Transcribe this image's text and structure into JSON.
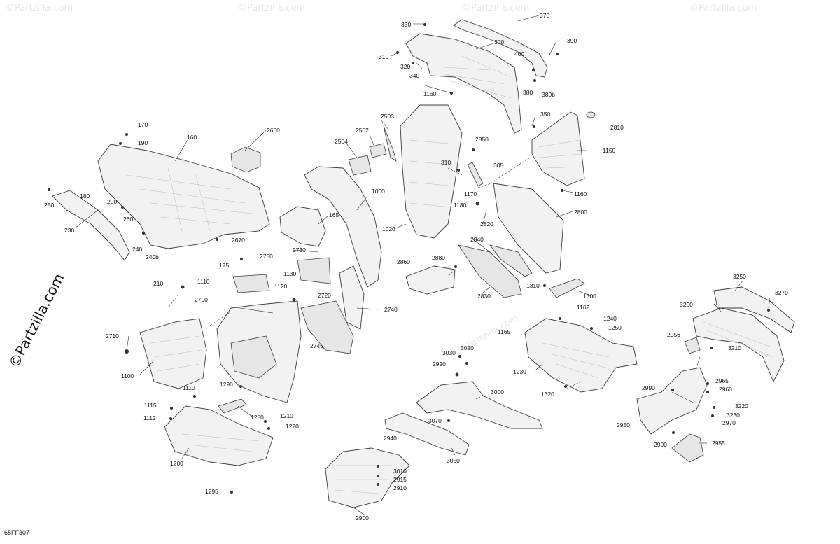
{
  "diagram_code": "65FF307",
  "watermark_side": "©Partzilla.com",
  "watermark_mark": "©Partzilla.com",
  "callouts": [
    {
      "id": "330",
      "label": "330"
    },
    {
      "id": "370",
      "label": "370"
    },
    {
      "id": "390",
      "label": "390"
    },
    {
      "id": "300",
      "label": "300"
    },
    {
      "id": "310a",
      "label": "310"
    },
    {
      "id": "320",
      "label": "320"
    },
    {
      "id": "340",
      "label": "340"
    },
    {
      "id": "400",
      "label": "400"
    },
    {
      "id": "380",
      "label": "380"
    },
    {
      "id": "380b",
      "label": "380b"
    },
    {
      "id": "1160a",
      "label": "1160"
    },
    {
      "id": "350",
      "label": "350"
    },
    {
      "id": "2810",
      "label": "2810"
    },
    {
      "id": "170",
      "label": "170"
    },
    {
      "id": "160",
      "label": "160"
    },
    {
      "id": "2660",
      "label": "2660"
    },
    {
      "id": "190",
      "label": "190"
    },
    {
      "id": "2503",
      "label": "2503"
    },
    {
      "id": "2502",
      "label": "2502"
    },
    {
      "id": "2504",
      "label": "2504"
    },
    {
      "id": "2850",
      "label": "2850"
    },
    {
      "id": "1150",
      "label": "1150"
    },
    {
      "id": "310b",
      "label": "310"
    },
    {
      "id": "305",
      "label": "305"
    },
    {
      "id": "180",
      "label": "180"
    },
    {
      "id": "250",
      "label": "250"
    },
    {
      "id": "200",
      "label": "200"
    },
    {
      "id": "1000",
      "label": "1000"
    },
    {
      "id": "1170",
      "label": "1170"
    },
    {
      "id": "1160b",
      "label": "1160"
    },
    {
      "id": "1180",
      "label": "1180"
    },
    {
      "id": "2800",
      "label": "2800"
    },
    {
      "id": "230",
      "label": "230"
    },
    {
      "id": "260",
      "label": "260"
    },
    {
      "id": "165",
      "label": "165"
    },
    {
      "id": "1020",
      "label": "1020"
    },
    {
      "id": "2820",
      "label": "2820"
    },
    {
      "id": "2670",
      "label": "2670"
    },
    {
      "id": "240",
      "label": "240"
    },
    {
      "id": "240b",
      "label": "240b"
    },
    {
      "id": "2840",
      "label": "2840"
    },
    {
      "id": "2730",
      "label": "2730"
    },
    {
      "id": "2750",
      "label": "2750"
    },
    {
      "id": "2880",
      "label": "2880"
    },
    {
      "id": "2860",
      "label": "2860"
    },
    {
      "id": "175",
      "label": "175"
    },
    {
      "id": "1130",
      "label": "1130"
    },
    {
      "id": "210",
      "label": "210"
    },
    {
      "id": "1110a",
      "label": "1110"
    },
    {
      "id": "1120",
      "label": "1120"
    },
    {
      "id": "2720",
      "label": "2720"
    },
    {
      "id": "1310",
      "label": "1310"
    },
    {
      "id": "2830",
      "label": "2830"
    },
    {
      "id": "1300",
      "label": "1300"
    },
    {
      "id": "3250",
      "label": "3250"
    },
    {
      "id": "3270",
      "label": "3270"
    },
    {
      "id": "2700",
      "label": "2700"
    },
    {
      "id": "2740",
      "label": "2740"
    },
    {
      "id": "1162",
      "label": "1162"
    },
    {
      "id": "3200",
      "label": "3200"
    },
    {
      "id": "1240",
      "label": "1240"
    },
    {
      "id": "1250",
      "label": "1250"
    },
    {
      "id": "1165",
      "label": "1165"
    },
    {
      "id": "2710",
      "label": "2710"
    },
    {
      "id": "2745",
      "label": "2745"
    },
    {
      "id": "2956",
      "label": "2956"
    },
    {
      "id": "3210",
      "label": "3210"
    },
    {
      "id": "3030",
      "label": "3030"
    },
    {
      "id": "3020",
      "label": "3020"
    },
    {
      "id": "2920",
      "label": "2920"
    },
    {
      "id": "1230",
      "label": "1230"
    },
    {
      "id": "1100",
      "label": "1100"
    },
    {
      "id": "2965",
      "label": "2965"
    },
    {
      "id": "1290",
      "label": "1290"
    },
    {
      "id": "2990a",
      "label": "2990"
    },
    {
      "id": "2960",
      "label": "2960"
    },
    {
      "id": "1110b",
      "label": "1110"
    },
    {
      "id": "3000",
      "label": "3000"
    },
    {
      "id": "1320",
      "label": "1320"
    },
    {
      "id": "1115",
      "label": "1115"
    },
    {
      "id": "3220",
      "label": "3220"
    },
    {
      "id": "3230",
      "label": "3230"
    },
    {
      "id": "1280",
      "label": "1280"
    },
    {
      "id": "1210",
      "label": "1210"
    },
    {
      "id": "1112",
      "label": "1112"
    },
    {
      "id": "3070",
      "label": "3070"
    },
    {
      "id": "2950",
      "label": "2950"
    },
    {
      "id": "2970",
      "label": "2970"
    },
    {
      "id": "1220",
      "label": "1220"
    },
    {
      "id": "2940",
      "label": "2940"
    },
    {
      "id": "2990b",
      "label": "2990"
    },
    {
      "id": "2955",
      "label": "2955"
    },
    {
      "id": "3050",
      "label": "3050"
    },
    {
      "id": "1200",
      "label": "1200"
    },
    {
      "id": "3010",
      "label": "3010"
    },
    {
      "id": "2915",
      "label": "2915"
    },
    {
      "id": "2910",
      "label": "2910"
    },
    {
      "id": "1295",
      "label": "1295"
    },
    {
      "id": "2900",
      "label": "2900"
    }
  ]
}
